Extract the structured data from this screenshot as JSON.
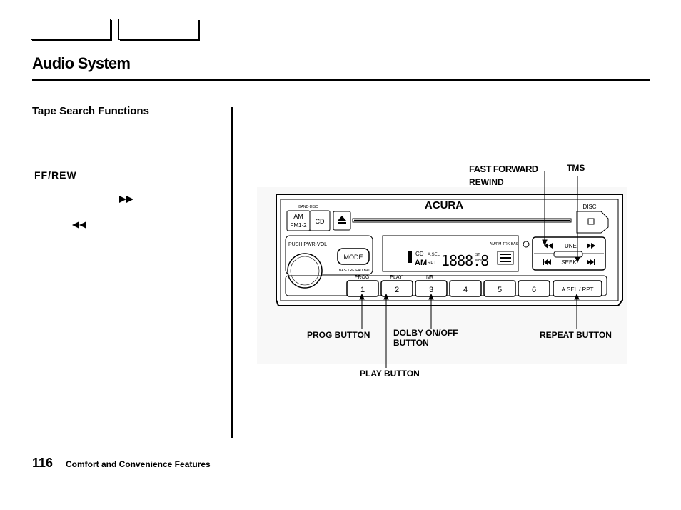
{
  "header": {
    "title": "Audio System"
  },
  "section": {
    "heading": "Tape Search Functions",
    "ffrew_heading": "FF/REW"
  },
  "radio": {
    "brand": "ACURA",
    "band_label": "AM",
    "band_label_2": "FM1·2",
    "cd_label": "CD",
    "push_label": "PUSH PWR·VOL",
    "mode_label": "MODE",
    "eq_label": "BAS·TRE·FAD·BAL",
    "tune_label": "TUNE",
    "seek_label": "SEEK",
    "preset_labels": [
      "1",
      "2",
      "3",
      "4",
      "5",
      "6"
    ],
    "above_preset_labels": [
      "PROG",
      "PLAY",
      "NR"
    ],
    "asel_label": "A.SEL / RPT",
    "display_text": "1888.8",
    "display_am": "AM",
    "display_cd": "CD",
    "display_asel": "A.SEL",
    "display_rpt": "RPT",
    "display_st": "ST",
    "display_mhz": "MHz",
    "display_tr": "AM/PM·TRK·BAS",
    "disc_label": "DISC",
    "small_top_label": "BAND·DISC"
  },
  "callouts": {
    "fast_forward": "FAST FORWARD",
    "rewind": "REWIND",
    "tms": "TMS",
    "prog_button": "PROG BUTTON",
    "dolby_button_line1": "DOLBY ON/OFF",
    "dolby_button_line2": "BUTTON",
    "repeat_button": "REPEAT BUTTON",
    "play_button": "PLAY BUTTON"
  },
  "footer": {
    "page_number": "116",
    "section": "Comfort and Convenience Features"
  }
}
